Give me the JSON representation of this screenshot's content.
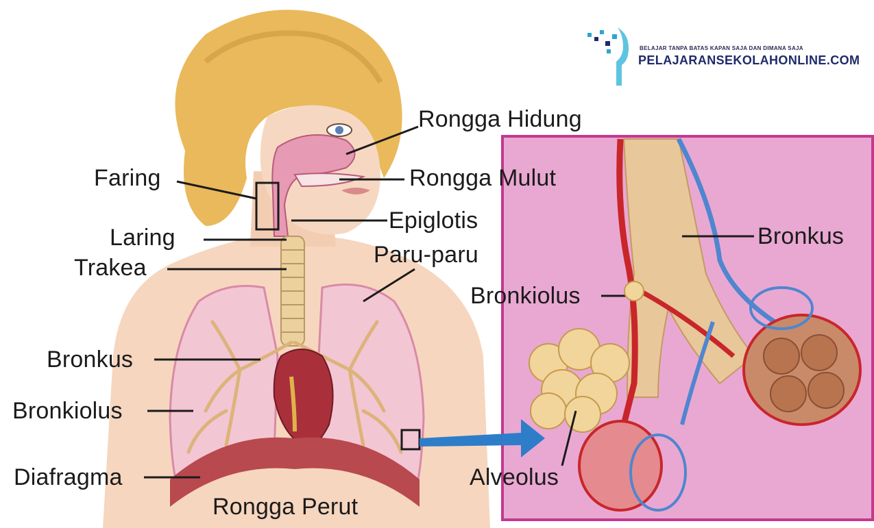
{
  "logo": {
    "tagline": "BELAJAR TANPA BATAS KAPAN SAJA DAN DIMANA SAJA",
    "site": "PELAJARANSEKOLAHONLINE.COM"
  },
  "colors": {
    "inset_border": "#c4388f",
    "inset_background": "#e9a8d2",
    "arrow": "#2e7dc8",
    "artery": "#c8262a",
    "vein": "#4f86cf",
    "lung_tissue": "#f3c6d4",
    "bronchus": "#e8c79a"
  },
  "labels": {
    "rongga_hidung": "Rongga Hidung",
    "faring": "Faring",
    "rongga_mulut": "Rongga Mulut",
    "epiglotis": "Epiglotis",
    "laring": "Laring",
    "trakea": "Trakea",
    "paru_paru": "Paru-paru",
    "bronkus_left": "Bronkus",
    "bronkiolus_left": "Bronkiolus",
    "diafragma": "Diafragma",
    "rongga_perut": "Rongga Perut",
    "bronkus_right": "Bronkus",
    "bronkiolus_right": "Bronkiolus",
    "alveolus": "Alveolus"
  }
}
